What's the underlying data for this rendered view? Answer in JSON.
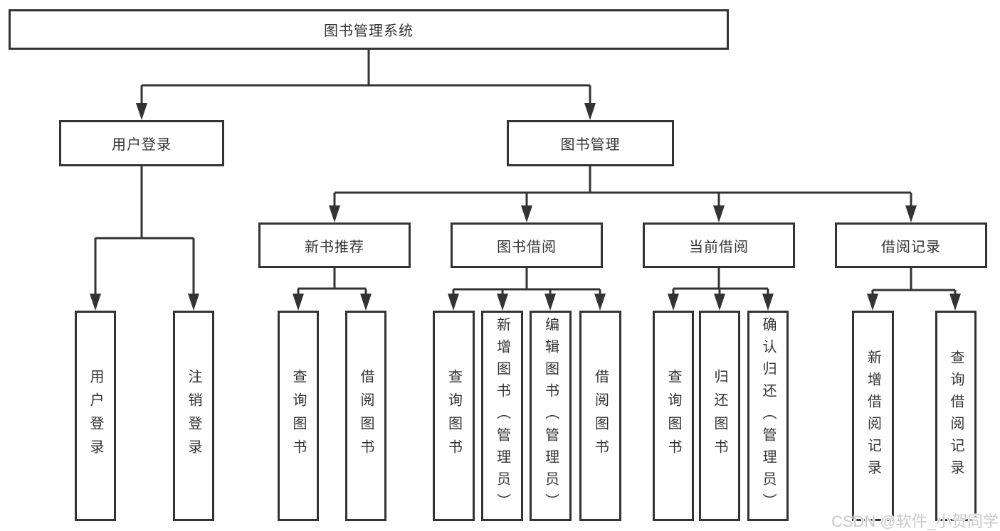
{
  "tree": {
    "root": "图书管理系统",
    "branches": [
      {
        "label": "用户登录",
        "leaves": [
          "用户登录",
          "注销登录"
        ]
      },
      {
        "label": "图书管理",
        "groups": [
          {
            "label": "新书推荐",
            "leaves": [
              "查询图书",
              "借阅图书"
            ]
          },
          {
            "label": "图书借阅",
            "leaves": [
              "查询图书",
              "新增图书（管理员）",
              "编辑图书（管理员）",
              "借阅图书"
            ]
          },
          {
            "label": "当前借阅",
            "leaves": [
              "查询图书",
              "归还图书",
              "确认归还（管理员）"
            ]
          },
          {
            "label": "借阅记录",
            "leaves": [
              "新增借阅记录",
              "查询借阅记录"
            ]
          }
        ]
      }
    ]
  },
  "watermark": {
    "text": "CSDN @软件_小贺同学"
  },
  "colors": {
    "line": "#333333",
    "box_border": "#333333",
    "box_fill": "#ffffff",
    "text": "#333333",
    "background": "#ffffff",
    "watermark": "#c9c9c9"
  }
}
